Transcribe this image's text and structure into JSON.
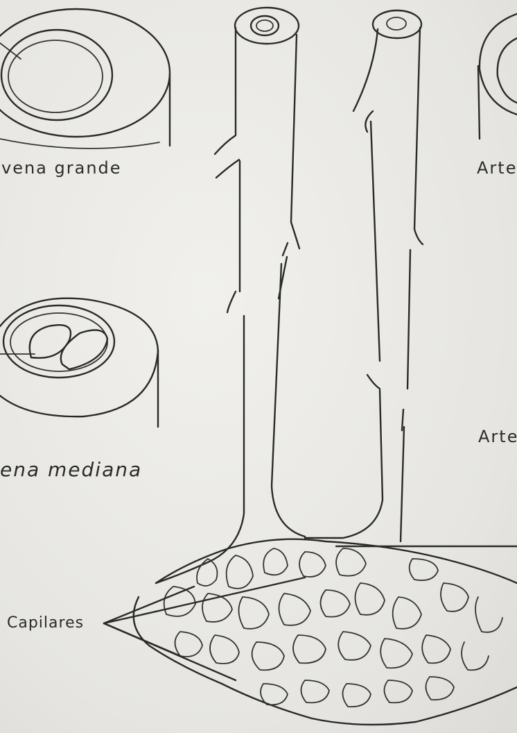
{
  "labels": {
    "vena_grande": "vena grande",
    "vena_mediana": "ena mediana",
    "arteria_top": "Arte",
    "arteria_mid": "Arte",
    "capilares": "Capilares"
  },
  "colors": {
    "paper": "#ecebe7",
    "ink": "#2a2a2a"
  }
}
